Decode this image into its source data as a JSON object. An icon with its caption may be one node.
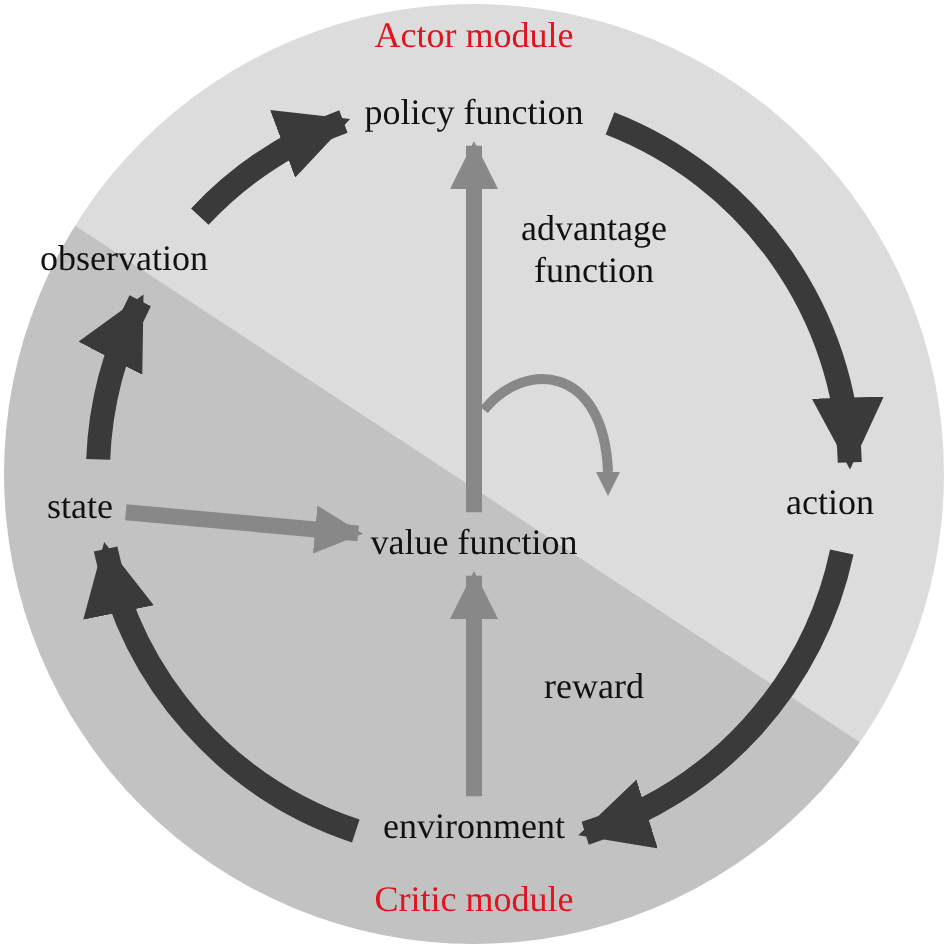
{
  "diagram": {
    "nodes": [
      {
        "text": [
          "policy function"
        ]
      },
      {
        "text": [
          "observation"
        ]
      },
      {
        "text": [
          "state"
        ]
      },
      {
        "text": [
          "value function"
        ]
      },
      {
        "text": [
          "action"
        ]
      },
      {
        "text": [
          "environment"
        ]
      }
    ],
    "edges": [
      {
        "from": 0,
        "to": 4,
        "arrow": "to"
      },
      {
        "from": 4,
        "to": 5,
        "arrow": "to"
      },
      {
        "from": 5,
        "to": 2,
        "arrow": "to"
      },
      {
        "from": 2,
        "to": 1,
        "arrow": "to"
      },
      {
        "from": 1,
        "to": 0,
        "arrow": "to"
      },
      {
        "from": 3,
        "to": 0,
        "arrow": "to",
        "label": "advantage function",
        "color": "#888888"
      },
      {
        "from": 5,
        "to": 3,
        "arrow": "to",
        "label": "reward",
        "color": "#888888"
      },
      {
        "from": 2,
        "to": 3,
        "arrow": "to",
        "color": "#888888"
      }
    ],
    "labels": [
      "Actor module",
      "Critic module"
    ]
  }
}
